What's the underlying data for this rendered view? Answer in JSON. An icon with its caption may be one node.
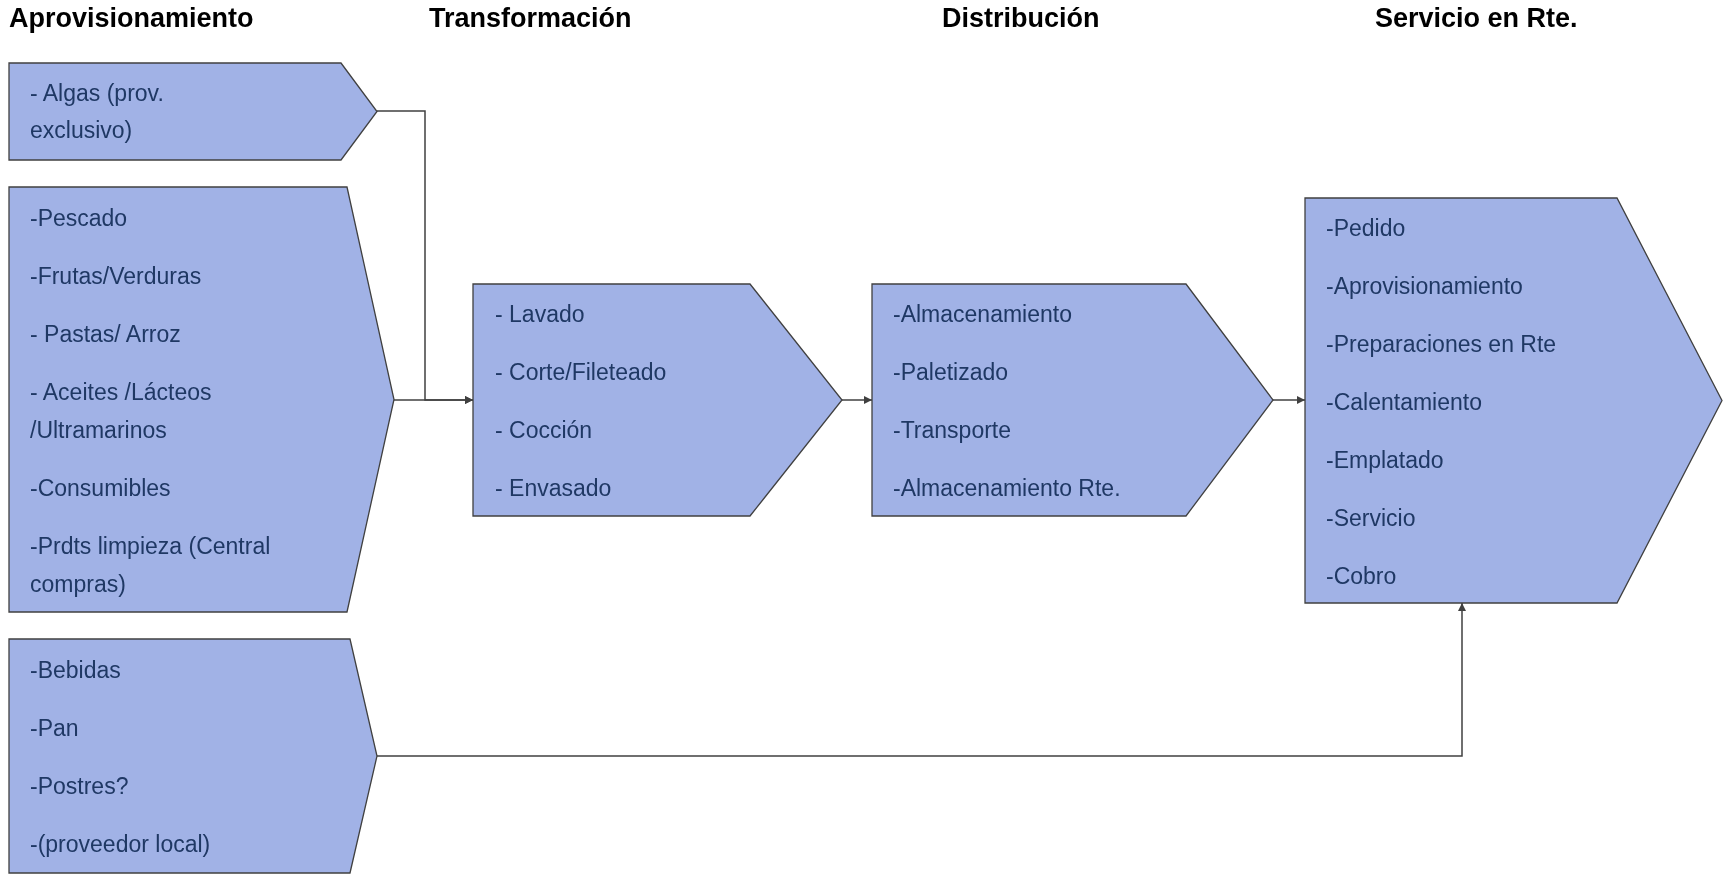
{
  "diagram": {
    "nodes": [
      {
        "text": [
          "- Algas (prov. exclusivo)"
        ]
      },
      {
        "text": [
          "-Pescado",
          "-Frutas/Verduras",
          "- Pastas/ Arroz",
          "- Aceites /Lácteos /Ultramarinos",
          "-Consumibles",
          "-Prdts limpieza (Central compras)"
        ]
      },
      {
        "text": [
          "-Bebidas",
          "-Pan",
          "-Postres?",
          "-(proveedor local)"
        ]
      },
      {
        "text": [
          "- Lavado",
          "- Corte/Fileteado",
          "- Cocción",
          "- Envasado"
        ]
      },
      {
        "text": [
          "-Almacenamiento",
          "-Paletizado",
          "-Transporte",
          "-Almacenamiento Rte."
        ]
      },
      {
        "text": [
          "-Pedido",
          "-Aprovisionamiento",
          "-Preparaciones en Rte",
          "-Calentamiento",
          "-Emplatado",
          "-Servicio",
          "-Cobro"
        ]
      }
    ],
    "edges": [
      {
        "from": 0,
        "to": 3,
        "arrow": "to"
      },
      {
        "from": 1,
        "to": 3,
        "arrow": "to"
      },
      {
        "from": 3,
        "to": 4,
        "arrow": "to"
      },
      {
        "from": 4,
        "to": 5,
        "arrow": "to"
      },
      {
        "from": 2,
        "to": 5,
        "arrow": "to"
      }
    ],
    "labels": [
      "Aprovisionamiento",
      "Transformación",
      "Distribución",
      "Servicio en Rte."
    ]
  }
}
